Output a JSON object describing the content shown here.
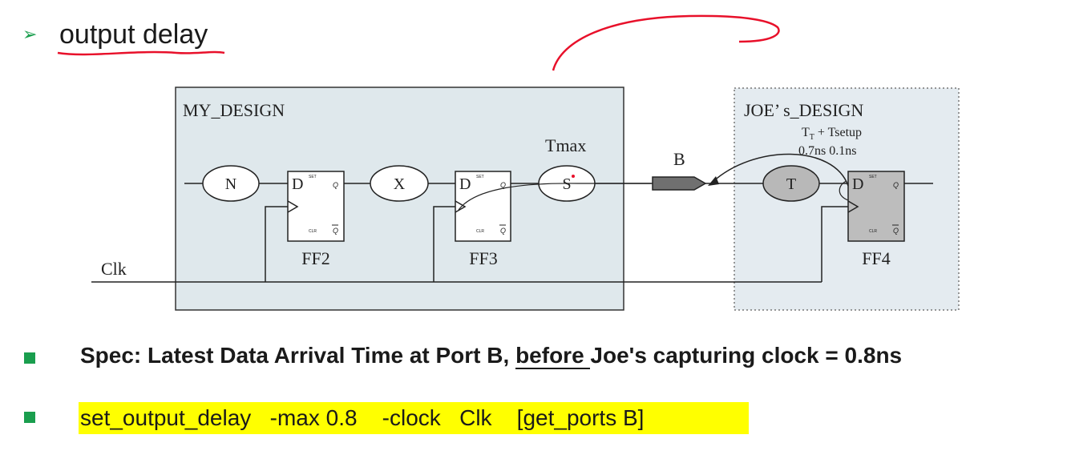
{
  "header": {
    "title": "output delay"
  },
  "diagram": {
    "my_design_label": "MY_DESIGN",
    "joe_design_label": "JOE’ s_DESIGN",
    "joe_timing_line1": "T",
    "joe_timing_sub": "T",
    "joe_timing_line1_rest": "+ Tsetup",
    "joe_timing_line2": "0.7ns 0.1ns",
    "tmax_label": "Tmax",
    "port_label": "B",
    "clk_label": "Clk",
    "nodes": {
      "n": "N",
      "x": "X",
      "s": "S",
      "t": "T"
    },
    "flipflops": {
      "ff2": "FF2",
      "ff3": "FF3",
      "ff4": "FF4",
      "d_pin": "D",
      "q_pin": "Q",
      "set_pin": "SET",
      "clr_pin": "CLR"
    }
  },
  "bullets": {
    "spec_prefix": "Spec: Latest Data Arrival Time at Port B, ",
    "spec_underlined": "before ",
    "spec_suffix": "Joe's capturing clock = 0.8ns",
    "command": "set_output_delay   -max 0.8    -clock   Clk    [get_ports B]"
  },
  "colors": {
    "bullet_green": "#1a9e4e",
    "annotation_red": "#e8102a",
    "highlight_yellow": "#ffff00",
    "design_fill": "#dfe8ec",
    "joe_fill": "#e4ebf0",
    "ff4_fill": "#bdbdbd"
  }
}
